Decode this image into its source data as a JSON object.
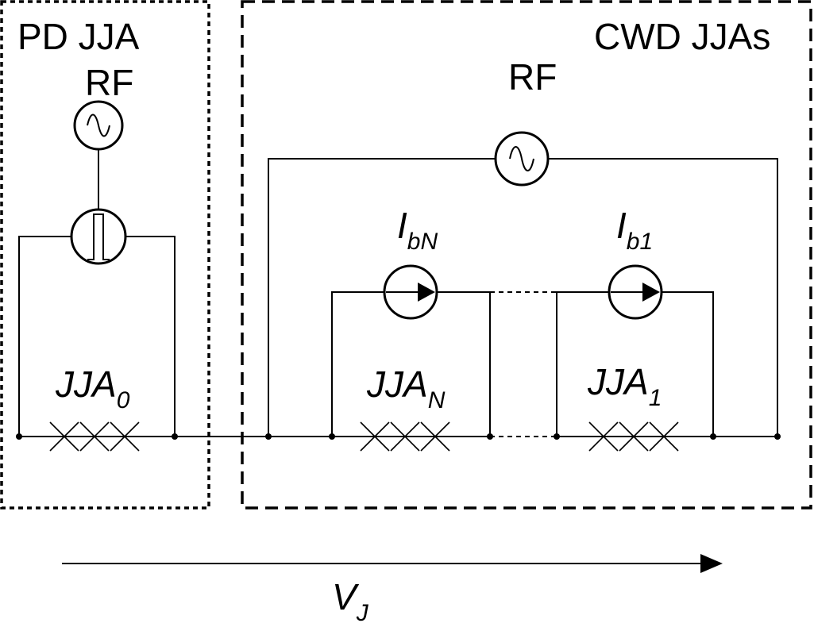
{
  "pd_block": {
    "title": "PD JJA",
    "rf_label": "RF",
    "array_label": "JJA",
    "array_subscript": "0"
  },
  "cwd_block": {
    "title": "CWD JJAs",
    "rf_label": "RF",
    "bias_n_label": "I",
    "bias_n_subscript": "bN",
    "bias_1_label": "I",
    "bias_1_subscript": "b1",
    "array_n_label": "JJA",
    "array_n_subscript": "N",
    "array_1_label": "JJA",
    "array_1_subscript": "1"
  },
  "voltage": {
    "label": "V",
    "subscript": "J"
  },
  "icons": {
    "rf_source": "sine-wave-source-icon",
    "pulse_source": "pulse-source-icon",
    "current_source": "current-source-arrow-icon",
    "junction": "josephson-junction-cross-icon"
  },
  "colors": {
    "line": "#000000",
    "background": "#ffffff"
  }
}
